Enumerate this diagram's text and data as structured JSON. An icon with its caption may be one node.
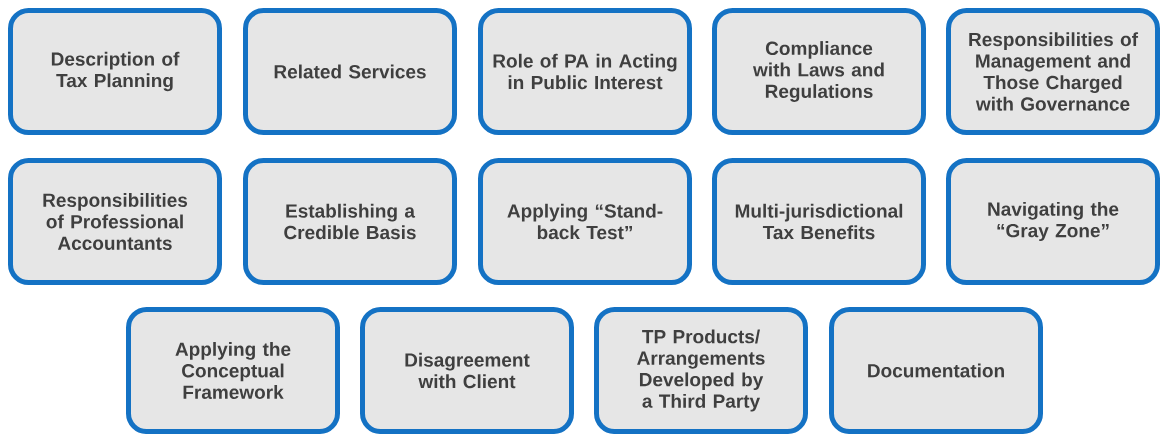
{
  "diagram": {
    "nodes": [
      {
        "text": [
          "Description of Tax Planning"
        ]
      },
      {
        "text": [
          "Related Services"
        ]
      },
      {
        "text": [
          "Role of PA in Acting in Public Interest"
        ]
      },
      {
        "text": [
          "Compliance with Laws and Regulations"
        ]
      },
      {
        "text": [
          "Responsibilities of Management and Those Charged with Governance"
        ]
      },
      {
        "text": [
          "Responsibilities of Professional Accountants"
        ]
      },
      {
        "text": [
          "Establishing a Credible Basis"
        ]
      },
      {
        "text": [
          "Applying “Stand-back Test”"
        ]
      },
      {
        "text": [
          "Multi-jurisdictional Tax Benefits"
        ]
      },
      {
        "text": [
          "Navigating the “Gray Zone”"
        ]
      },
      {
        "text": [
          "Applying the Conceptual Framework"
        ]
      },
      {
        "text": [
          "Disagreement with Client"
        ]
      },
      {
        "text": [
          "TP Products/ Arrangements Developed by a Third Party"
        ]
      },
      {
        "text": [
          "Documentation"
        ]
      }
    ]
  }
}
